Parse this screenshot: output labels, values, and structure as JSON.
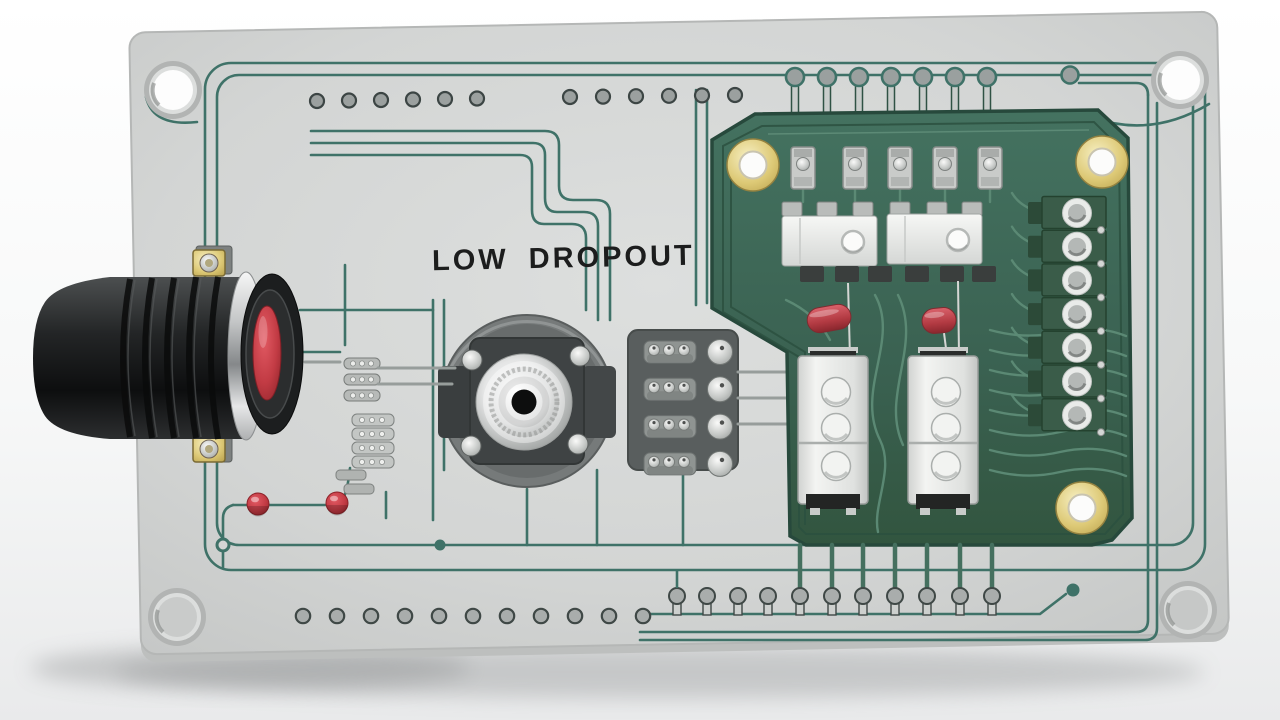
{
  "scene": {
    "description": "3D render of an electronics demo board",
    "silkscreen_label": "LOW DROPOUT"
  },
  "colors": {
    "background_top": "#ffffff",
    "background_bottom": "#e9eaeb",
    "board_gray": "#d3d5d4",
    "board_edge": "#b5b7b6",
    "trace_teal": "#3f7268",
    "pcb_green": "#3a6151",
    "pcb_green_trace": "#5d8b76",
    "gold": "#ddc976",
    "accent_red": "#c23b44",
    "chrome": "#d9dadb",
    "relay_white": "#e9ebe9",
    "block_gray": "#595e5e",
    "component_black": "#232526"
  },
  "main_board": {
    "mounting_hole_count": 4,
    "top_via_row_a_count": 6,
    "top_via_row_b_count": 6,
    "top_ring_via_count": 7,
    "bottom_small_via_count": 11,
    "bottom_pin_count": 11,
    "indicator_led_count": 2
  },
  "daughterboard": {
    "gold_hole_count": 3,
    "smd_part_count": 5,
    "pad_top_count": 6,
    "pad_bottom_count": 6,
    "dip_module_count": 2,
    "capacitor_count": 2,
    "relay_count": 2,
    "relay_window_count": 3,
    "terminal_count": 7,
    "terminal_dot_count": 7,
    "bottom_lead_count": 7,
    "fan_trace_count": 7,
    "wave_trace_count": 8
  },
  "dip_block": {
    "row_count": 4,
    "small_dome_count": 3
  },
  "push_button": {
    "cap_color": "#c23b44"
  }
}
